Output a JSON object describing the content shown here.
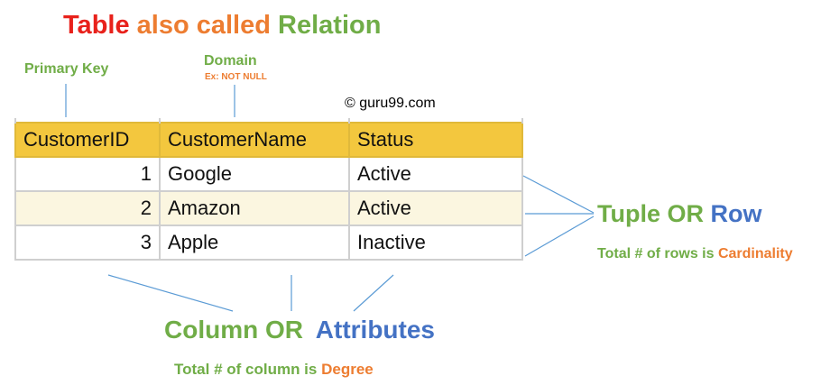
{
  "title": {
    "w1": "Table",
    "w2": "also called",
    "w3": "Relation"
  },
  "primary_key_label": "Primary Key",
  "domain": {
    "label": "Domain",
    "example": "Ex: NOT NULL"
  },
  "copyright": "© guru99.com",
  "table": {
    "headers": [
      "CustomerID",
      "CustomerName",
      "Status"
    ],
    "rows": [
      [
        "1",
        "Google",
        "Active"
      ],
      [
        "2",
        "Amazon",
        "Active"
      ],
      [
        "3",
        "Apple",
        "Inactive"
      ]
    ]
  },
  "tuple": {
    "w1": "Tuple OR",
    "w2": "Row"
  },
  "cardinality": {
    "prefix": "Total # of rows is",
    "term": "Cardinality"
  },
  "column": {
    "w1": "Column OR",
    "w2": "Attributes"
  },
  "degree": {
    "prefix": "Total # of column is",
    "term": "Degree"
  },
  "colors": {
    "red": "#e8211b",
    "orange": "#ed7d31",
    "green": "#70ad47",
    "blue": "#4472c4",
    "header_fill": "#f3c73e",
    "alt_row_fill": "#fbf6e0",
    "connector": "#5b9bd5"
  }
}
